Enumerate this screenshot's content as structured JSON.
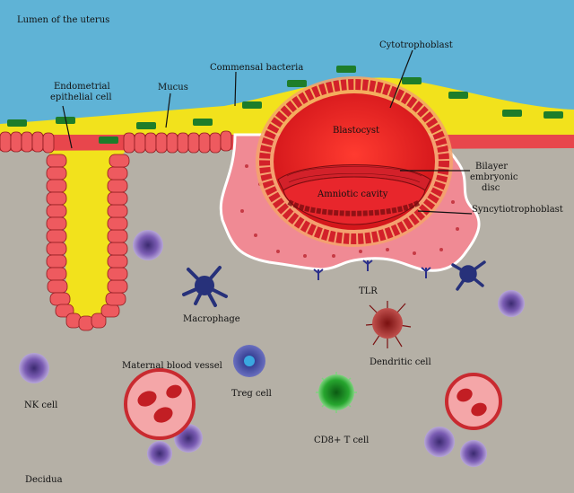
{
  "labels": {
    "lumen": "Lumen of the uterus",
    "endometrial_1": "Endometrial",
    "endometrial_2": "epithelial cell",
    "mucus": "Mucus",
    "commensal": "Commensal bacteria",
    "cytotrophoblast": "Cytotrophoblast",
    "blastocyst": "Blastocyst",
    "bilayer_1": "Bilayer",
    "bilayer_2": "embryonic",
    "bilayer_3": "disc",
    "amniotic": "Amniotic cavity",
    "syncytio": "Syncytiotrophoblast",
    "tlr": "TLR",
    "macrophage": "Macrophage",
    "dendritic": "Dendritic cell",
    "maternal_vessel": "Maternal blood vessel",
    "treg": "Treg cell",
    "nk": "NK cell",
    "cd8": "CD8+ T cell",
    "decidua": "Decidua"
  },
  "colors": {
    "lumen": "#5fb3d6",
    "decidua": "#b5b0a6",
    "mucus": "#f2e21c",
    "bacteria": "#1e7d2a",
    "epithelium": "#e8464c",
    "syncytio": "#f08a94",
    "blastocyst": "#e31e24",
    "nk": "#6b4aa0",
    "macrophage": "#27317a",
    "cd8": "#1fa52a",
    "vessel": "#f4a6a8"
  }
}
